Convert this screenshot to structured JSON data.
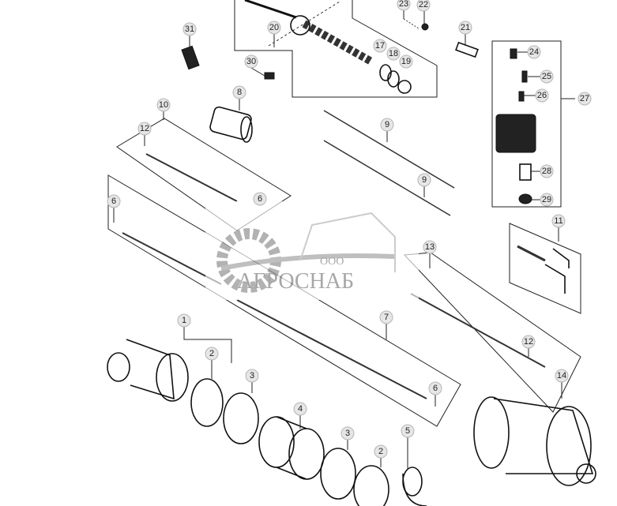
{
  "watermark": {
    "prefix": "ООО",
    "name": "АГРОСНАБ"
  },
  "callouts": [
    "31",
    "20",
    "23",
    "22",
    "21",
    "17",
    "18",
    "19",
    "30",
    "8",
    "10",
    "12",
    "9",
    "9",
    "24",
    "25",
    "26",
    "27",
    "28",
    "29",
    "11",
    "6",
    "6",
    "13",
    "7",
    "1",
    "2",
    "3",
    "12",
    "14",
    "6",
    "4",
    "3",
    "5",
    "2"
  ]
}
